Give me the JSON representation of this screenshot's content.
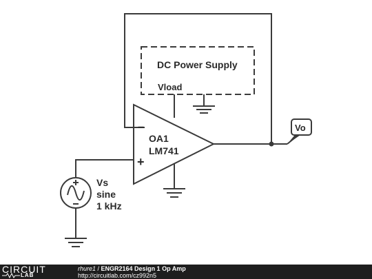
{
  "schematic": {
    "power_supply_label": "DC Power Supply",
    "vload_label": "Vload",
    "opamp_name": "OA1",
    "opamp_part": "LM741",
    "opamp_minus": "−",
    "opamp_plus": "+",
    "source_name": "Vs",
    "source_type": "sine",
    "source_freq": "1 kHz",
    "output_label": "Vo"
  },
  "footer": {
    "logo_text": "CIRCUIT",
    "logo_sub": "LAB",
    "user": "rhure1",
    "separator": " / ",
    "circuit_title": "ENGR2164 Design 1 Op Amp",
    "url": "http://circuitlab.com/cz992n5"
  }
}
